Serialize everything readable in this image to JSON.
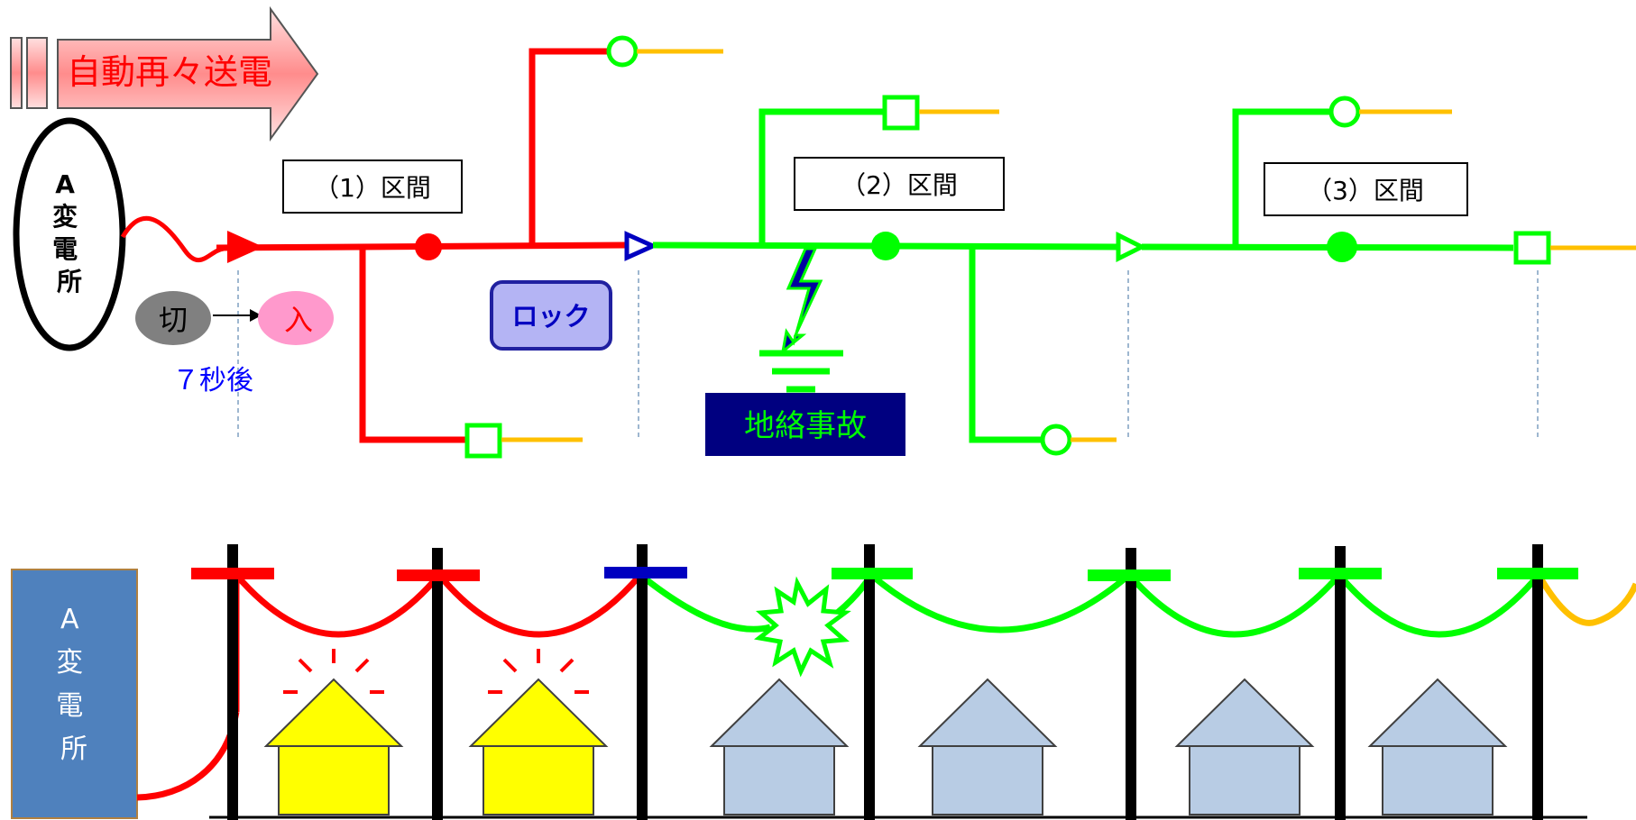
{
  "banner": {
    "label": "自動再々送電"
  },
  "substation": {
    "top_label": "A\n変\n電\n所",
    "bottom_label": "A\n変\n電\n所"
  },
  "sections": {
    "s1": "（1）区間",
    "s2": "（2）区間",
    "s3": "（3）区間"
  },
  "breaker": {
    "off_label": "切",
    "on_label": "入",
    "delay_label": "７秒後"
  },
  "lock": {
    "label": "ロック"
  },
  "fault": {
    "label": "地絡事故"
  },
  "colors": {
    "energized": "#ff0000",
    "deenergized": "#00ff00",
    "downstream": "#ffc000",
    "locked_switch": "#0000c0",
    "house_lit": "#ffff00",
    "house_dark": "#b8cce4",
    "substation_box": "#4f81bd",
    "fault_box": "#000080"
  }
}
